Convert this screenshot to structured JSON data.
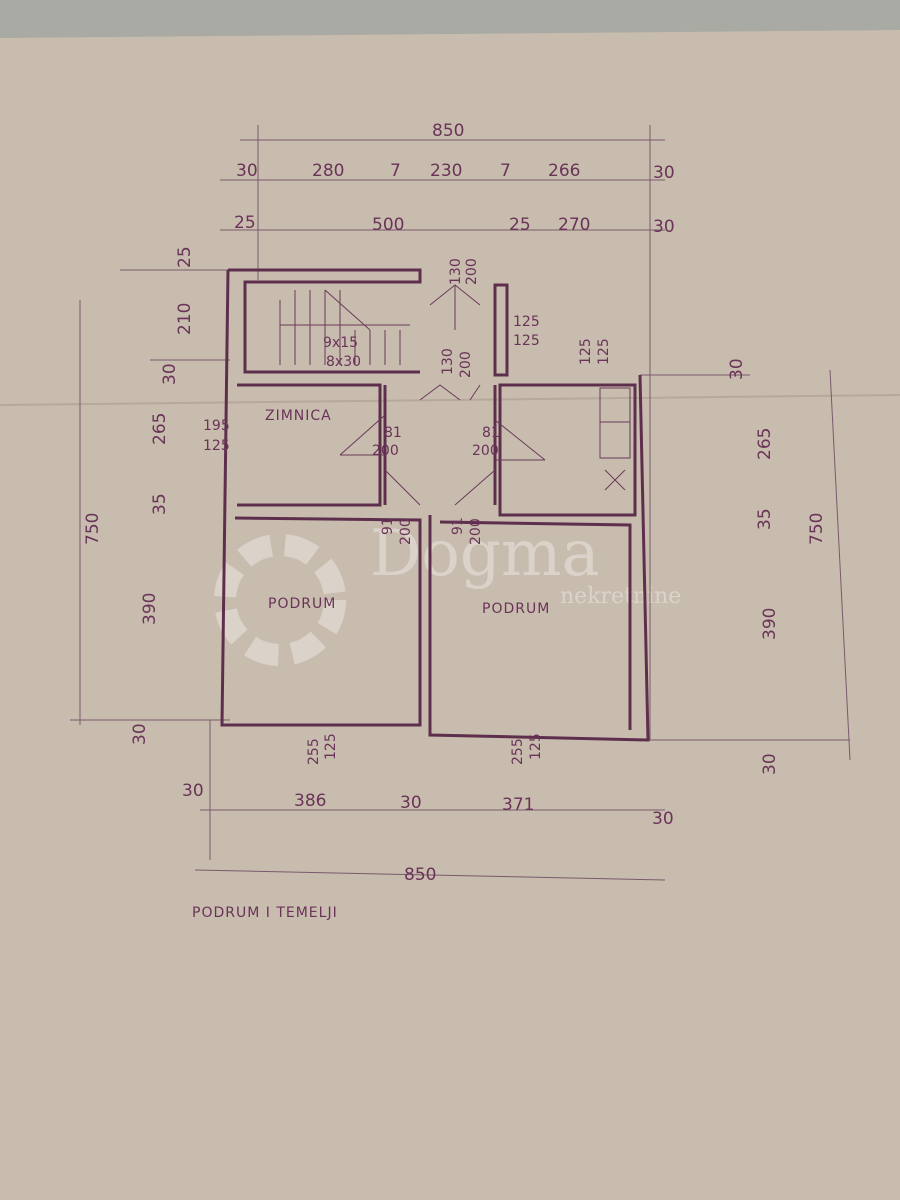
{
  "colors": {
    "paper": "#c8bcae",
    "ink": "#6a3358",
    "backdrop": "#a9aaa3"
  },
  "plan_title": "PODRUM I TEMELJI",
  "rooms": {
    "zimnica": "ZIMNICA",
    "podrum_left": "PODRUM",
    "podrum_right": "PODRUM"
  },
  "stairs": {
    "line1": "9x15",
    "line2": "8x30"
  },
  "dims_top": {
    "total": "850",
    "row1": [
      "30",
      "280",
      "7",
      "230",
      "7",
      "266",
      "30"
    ],
    "row2": [
      "25",
      "500",
      "25",
      "270",
      "30"
    ]
  },
  "dims_bottom": {
    "row": [
      "30",
      "386",
      "30",
      "371",
      "30"
    ],
    "total": "850"
  },
  "dims_left": {
    "total": "750",
    "parts": [
      "25",
      "210",
      "30",
      "265",
      "35",
      "390",
      "30"
    ]
  },
  "dims_right": {
    "total": "750",
    "parts": [
      "30",
      "265",
      "35",
      "390",
      "30"
    ]
  },
  "openings": {
    "entry_door": [
      "130",
      "200"
    ],
    "inner_door": [
      "130",
      "200"
    ],
    "window_corridor": [
      "125",
      "125"
    ],
    "window_right": [
      "125",
      "125"
    ],
    "window_zimnica": [
      "195",
      "125"
    ],
    "door_zimnica": [
      "81",
      "200"
    ],
    "door_right": [
      "81",
      "200"
    ],
    "door_podrum_left": [
      "91",
      "200"
    ],
    "door_podrum_right": [
      "91",
      "200"
    ],
    "window_podrum_left": [
      "255",
      "125"
    ],
    "window_podrum_right": [
      "255",
      "125"
    ]
  },
  "watermark": {
    "brand": "Dogma",
    "sub": "nekretnine"
  }
}
